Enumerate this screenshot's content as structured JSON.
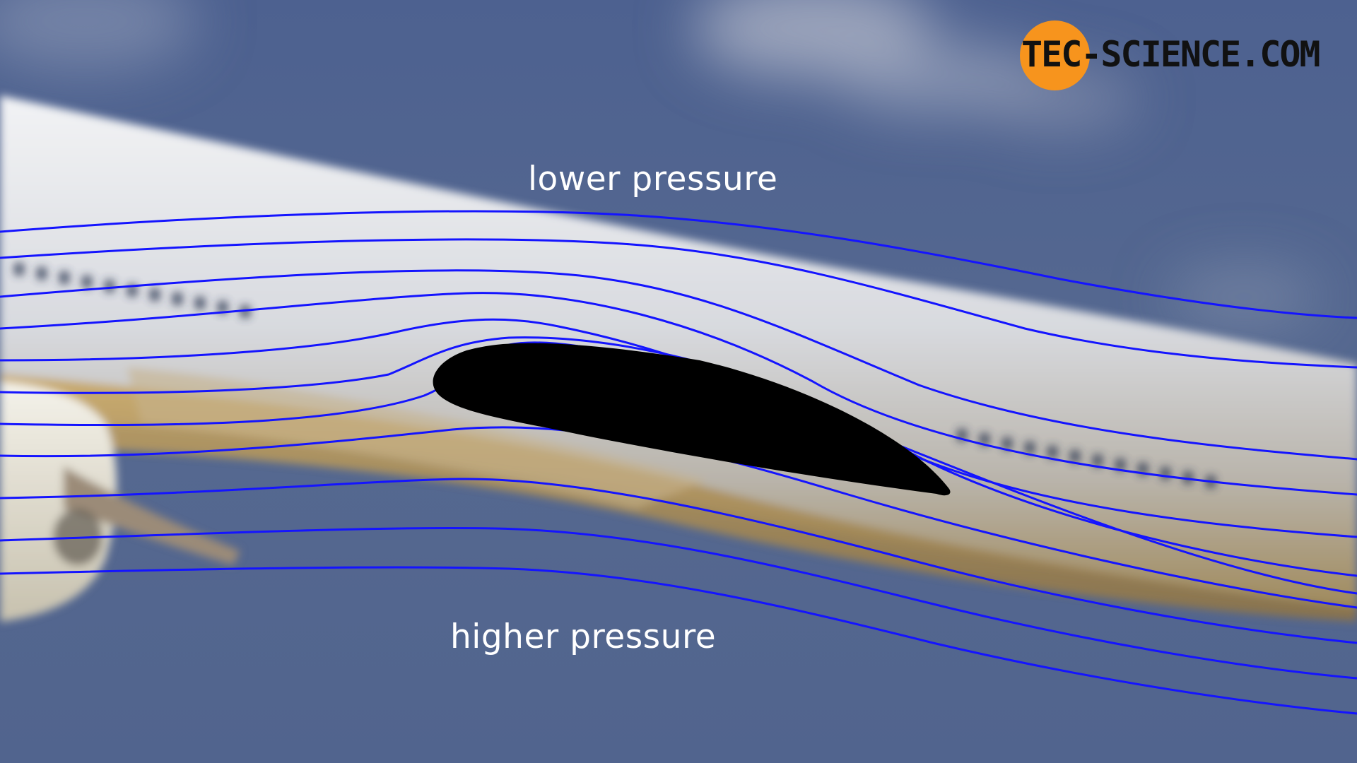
{
  "diagram": {
    "labels": {
      "upper": "lower pressure",
      "lower": "higher pressure"
    },
    "logo": {
      "text": "TEC-SCIENCE.COM"
    },
    "colors": {
      "sky": "#55678f",
      "streamline": "#1414ff",
      "airfoil": "#000000",
      "logo_circle": "#f7941d",
      "label_text": "#ffffff"
    }
  }
}
